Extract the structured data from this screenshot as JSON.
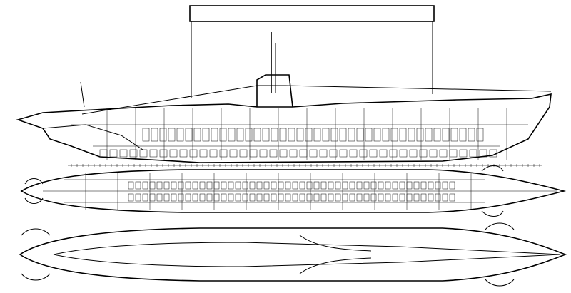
{
  "colors": {
    "line": "#000000",
    "background": "#ffffff"
  },
  "views": [
    {
      "view": "side-profile"
    },
    {
      "view": "plan-interior"
    },
    {
      "view": "deck-plan"
    }
  ]
}
